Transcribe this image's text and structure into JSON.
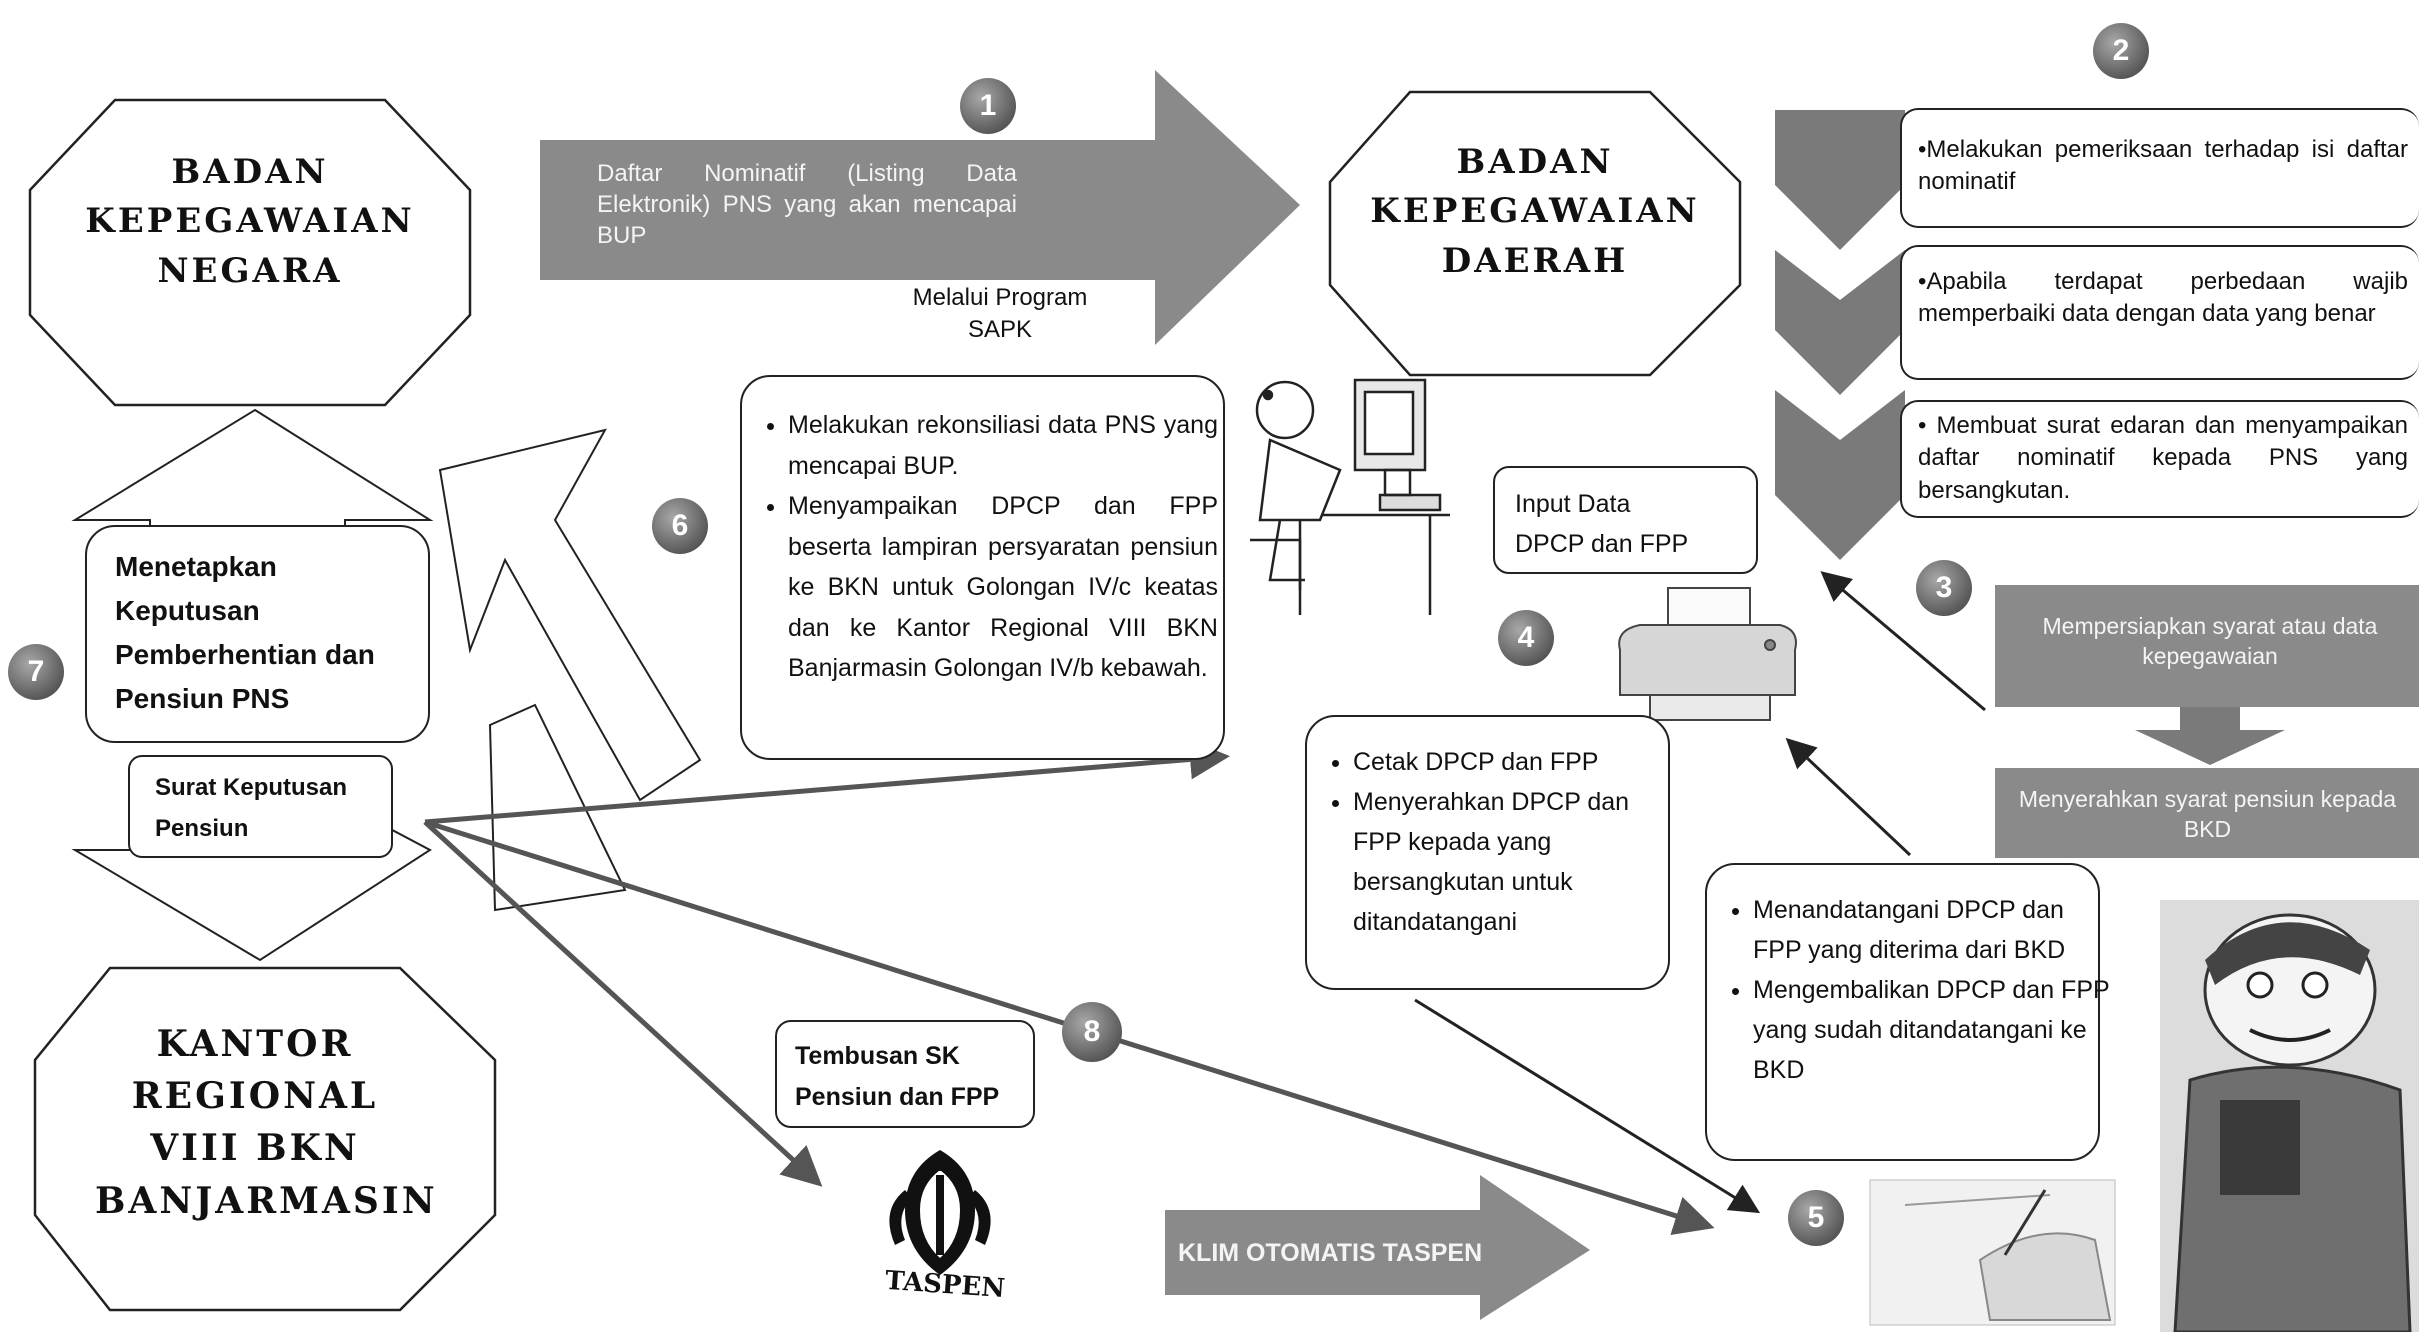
{
  "agencies": {
    "bkn": "BADAN KEPEGAWAIAN NEGARA",
    "bkd": "BADAN KEPEGAWAIAN DAERAH",
    "kanreg": "KANTOR REGIONAL VIII BKN BANJARMASIN"
  },
  "steps": {
    "s1": {
      "number": "1",
      "arrow_text": "Daftar Nominatif (Listing Data Elektronik) PNS yang akan mencapai BUP",
      "note": "Melalui Program SAPK"
    },
    "s2": {
      "number": "2",
      "items": [
        "•Melakukan pemeriksaan terhadap isi daftar nominatif",
        "•Apabila terdapat perbedaan wajib memperbaiki data dengan data yang benar",
        "• Membuat surat edaran dan menyampaikan daftar nominatif kepada PNS yang bersangkutan."
      ]
    },
    "s3": {
      "number": "3",
      "box1": "Mempersiapkan syarat atau data kepegawaian",
      "box2": "Menyerahkan syarat pensiun kepada BKD"
    },
    "s4": {
      "number": "4",
      "input_label": "Input Data DPCP dan FPP",
      "items": [
        "Cetak DPCP dan FPP",
        "Menyerahkan DPCP dan FPP kepada yang bersangkutan untuk ditandatangani"
      ]
    },
    "s5": {
      "number": "5",
      "items": [
        "Menandatangani DPCP dan FPP yang diterima dari BKD",
        "Mengembalikan DPCP dan FPP yang sudah ditandatangani ke BKD"
      ]
    },
    "s6": {
      "number": "6",
      "items": [
        "Melakukan rekonsiliasi data PNS yang mencapai BUP.",
        "Menyampaikan DPCP dan FPP beserta lampiran persyaratan pensiun ke BKN untuk Golongan IV/c keatas dan ke Kantor Regional VIII BKN Banjarmasin Golongan IV/b kebawah."
      ]
    },
    "s7": {
      "number": "7",
      "decision": "Menetapkan Keputusan Pemberhentian dan Pensiun PNS",
      "sk": "Surat Keputusan Pensiun"
    },
    "s8": {
      "number": "8",
      "tembusan": "Tembusan SK Pensiun dan FPP",
      "taspen": "TASPEN",
      "klim": "KLIM OTOMATIS TASPEN"
    }
  },
  "colors": {
    "arrow_grey": "#8a8a8a",
    "arrow_dark": "#6e6e6e",
    "badge_grey": "#5a5a5a",
    "line": "#222222",
    "connector": "#555555"
  }
}
